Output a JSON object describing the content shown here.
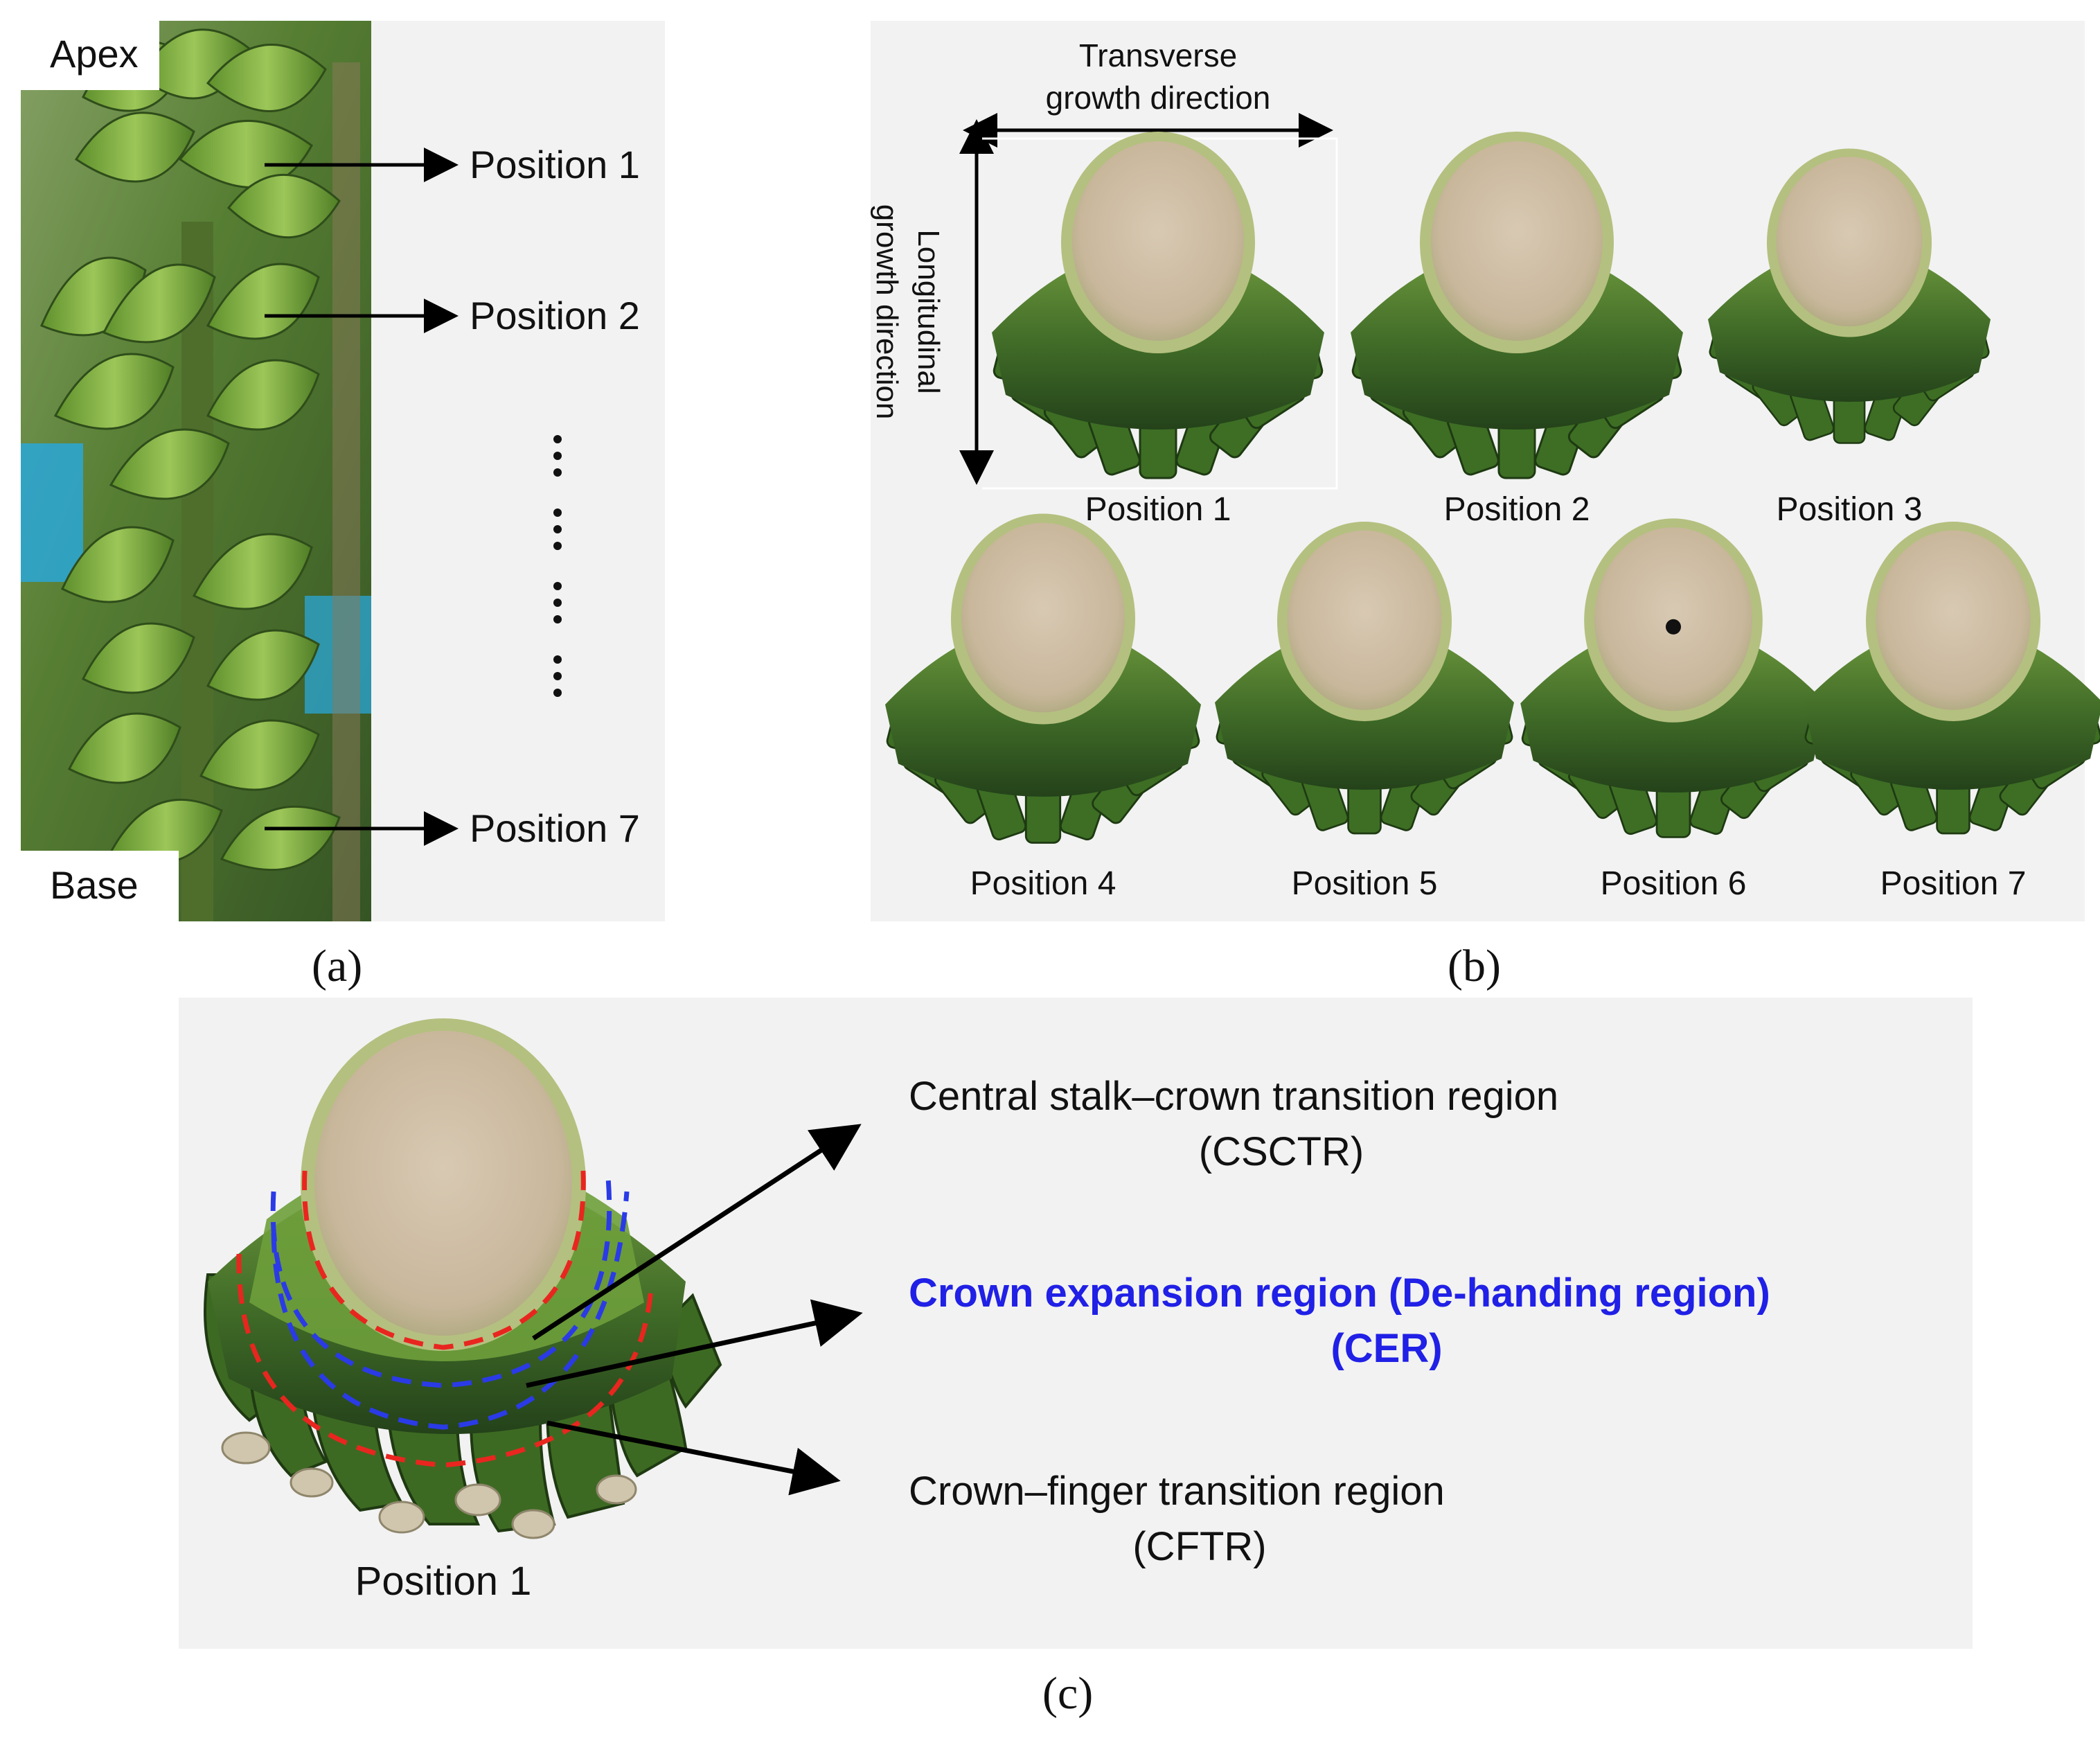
{
  "panel_a": {
    "apex_label": "Apex",
    "base_label": "Base",
    "position_labels": [
      "Position 1",
      "Position 2",
      "Position 7"
    ],
    "caption": "(a)"
  },
  "panel_b": {
    "transverse_label_line1": "Transverse",
    "transverse_label_line2": "growth direction",
    "longitudinal_label_line1": "Longitudinal",
    "longitudinal_label_line2": "growth  direction",
    "position_labels": [
      "Position 1",
      "Position 2",
      "Position 3",
      "Position 4",
      "Position 5",
      "Position 6",
      "Position 7"
    ],
    "caption": "(b)"
  },
  "panel_c": {
    "specimen_label": "Position 1",
    "region1_name": "Central stalk–crown transition region",
    "region1_abbr": "(CSCTR)",
    "region2_name": "Crown expansion region (De-handing region)",
    "region2_abbr": "(CER)",
    "region3_name": "Crown–finger transition region",
    "region3_abbr": "(CFTR)",
    "caption": "(c)"
  },
  "colors": {
    "panel_bg": "#f2f2f2",
    "region_red": "#e8261f",
    "region_blue": "#2a3be6",
    "highlight_text": "#2020e6"
  }
}
